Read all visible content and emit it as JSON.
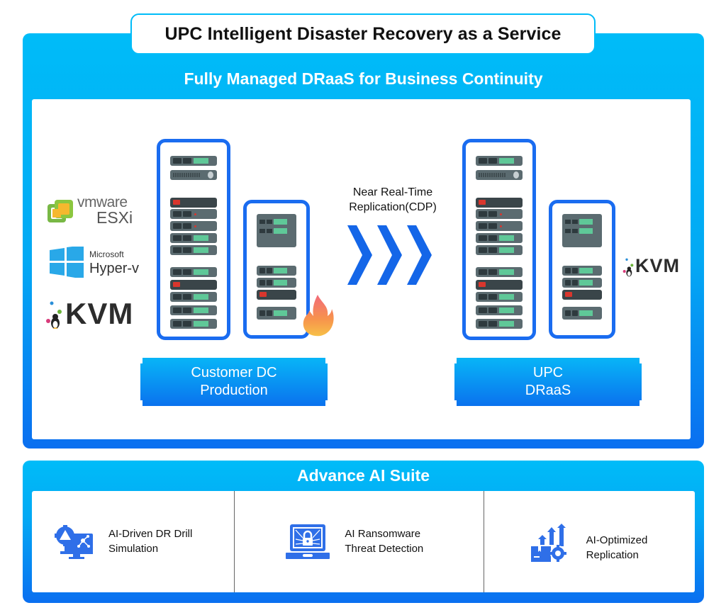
{
  "header": {
    "title": "UPC Intelligent Disaster Recovery as a Service",
    "subtitle": "Fully Managed DRaaS for Business Continuity"
  },
  "hypervisors": {
    "vmware": {
      "brand": "vmware",
      "product": "ESXi",
      "icon": "vmware-logo-icon"
    },
    "hyperv": {
      "brand": "Microsoft",
      "product": "Hyper-v",
      "icon": "windows-logo-icon"
    },
    "kvm": {
      "label": "KVM",
      "icon": "kvm-tux-logo-icon"
    }
  },
  "replication": {
    "line1": "Near Real-Time",
    "line2": "Replication(CDP)",
    "icon": "triple-chevron-right-icon"
  },
  "sites": {
    "source": {
      "line1": "Customer DC",
      "line2": "Production",
      "status_icon": "fire-icon"
    },
    "target": {
      "line1": "UPC",
      "line2": "DRaaS",
      "hypervisor_label": "KVM"
    }
  },
  "ai_suite": {
    "title": "Advance AI Suite",
    "items": [
      {
        "line1": "AI-Driven DR Drill",
        "line2": "Simulation",
        "icon": "gear-monitor-icon"
      },
      {
        "line1": "AI Ransomware",
        "line2": "Threat Detection",
        "icon": "laptop-lock-icon"
      },
      {
        "line1": "AI-Optimized",
        "line2": "Replication",
        "icon": "growth-gear-icon"
      }
    ]
  },
  "colors": {
    "panel_cyan": "#00bcf8",
    "panel_blue": "#0a6ff0",
    "rack_border": "#1a6cf0",
    "server_gray": "#5b6b70",
    "led_green": "#5fc898",
    "led_red": "#d9362d",
    "icon_blue": "#2f6fe8"
  }
}
